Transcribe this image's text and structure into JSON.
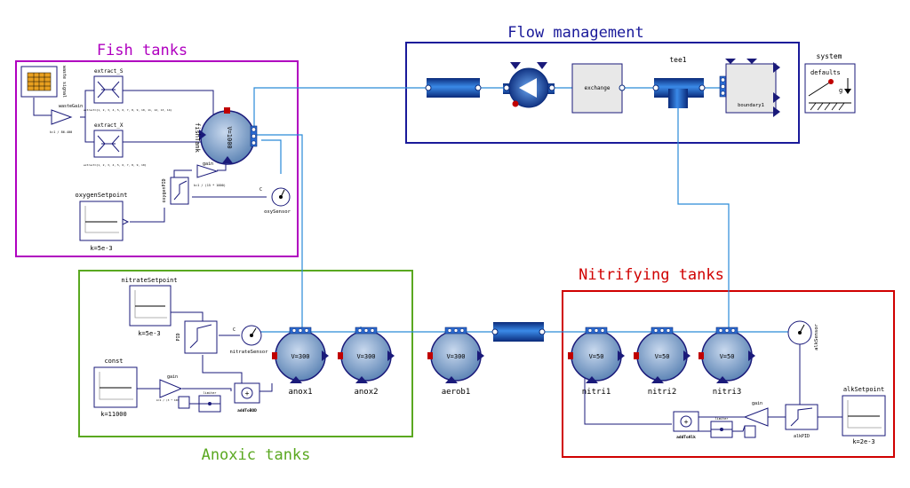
{
  "groups": {
    "fish": {
      "title": "Fish tanks",
      "color": "#b000c0"
    },
    "flow": {
      "title": "Flow management",
      "color": "#1a1a9a"
    },
    "anoxic": {
      "title": "Anoxic tanks",
      "color": "#5aa820"
    },
    "nitrifying": {
      "title": "Nitrifying tanks",
      "color": "#d00000"
    }
  },
  "fish": {
    "waste_signal": "waste signal",
    "extract_s": "extract_S",
    "extract_s_sub": "extract={1, 2, 3, 4, 5, 6, 7, 8, 9, 10, 11, 12, 13, 14}",
    "extract_x": "extract_X",
    "extract_x_sub": "extract={1, 2, 3, 4, 5, 6, 7, 8, 9, 10}",
    "waste_gain": "wasteGain",
    "waste_gain_sub": "k=1 / 86.400",
    "fishtank": "fishTank",
    "fishtank_volume": "V=1000",
    "gain_label": "gain",
    "gain_sub": "k=1 / (15 * 1000)",
    "oxygen_pid": "oxygenPID",
    "oxygen_setpoint": "oxygenSetpoint",
    "oxygen_k": "k=5e-3",
    "oxy_sensor": "oxySensor",
    "sensor_c": "C"
  },
  "flow": {
    "exchange": "exchange",
    "tee": "tee1",
    "boundary": "boundary1",
    "system": "system",
    "defaults": "defaults",
    "g": "g"
  },
  "anoxic": {
    "nitrate_setpoint": "nitrateSetpoint",
    "nitrate_k": "k=5e-3",
    "pid": "PID",
    "nitrate_sensor": "nitrateSensor",
    "sensor_c": "C",
    "const": "const",
    "const_k": "k=11000",
    "gain_label": "gain",
    "gain_sub": "k=1 / (3 * 1000)",
    "limiter": "limiter",
    "add_to_bod": "addToBOD",
    "anox1": "anox1",
    "anox2": "anox2",
    "anox_volume": "V=300",
    "aerob1": "aerob1",
    "aerob_volume": "V=300"
  },
  "nitrifying": {
    "nitri1": "nitri1",
    "nitri2": "nitri2",
    "nitri3": "nitri3",
    "volume": "V=50",
    "alk_sensor": "alkSensor",
    "alk_setpoint": "alkSetpoint",
    "alk_k": "k=2e-3",
    "alk_pid": "alkPID",
    "gain_label": "gain",
    "limiter": "limiter",
    "add_to_alk": "addToAlk"
  }
}
